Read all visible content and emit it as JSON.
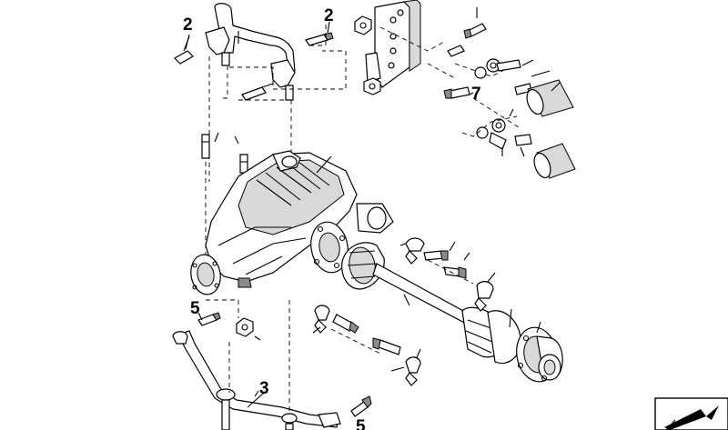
{
  "diagram": {
    "callouts": [
      {
        "id": "c2a",
        "label": "2"
      },
      {
        "id": "c2b",
        "label": "2"
      },
      {
        "id": "c7",
        "label": "7"
      },
      {
        "id": "c5a",
        "label": "5"
      },
      {
        "id": "c3",
        "label": "3"
      },
      {
        "id": "c5b",
        "label": "5"
      }
    ],
    "nav_icon": "arrow-nav-icon"
  }
}
